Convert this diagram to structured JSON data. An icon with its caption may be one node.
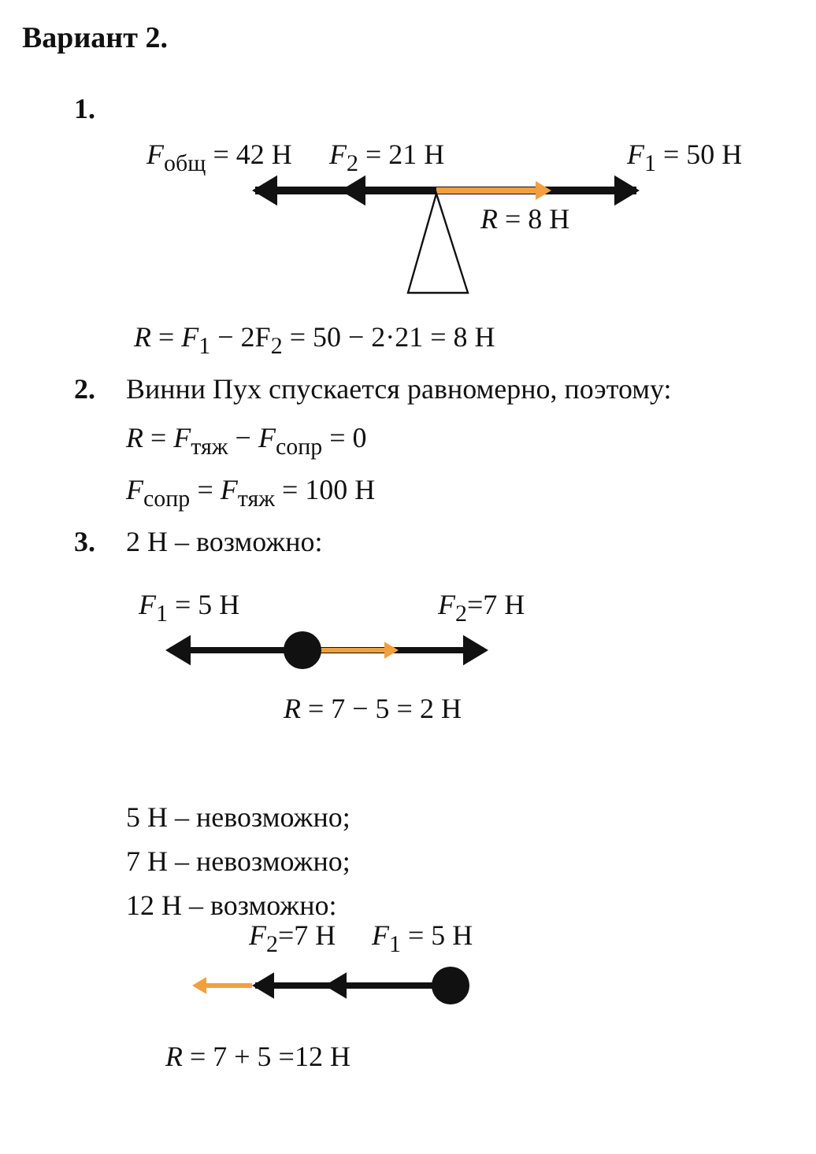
{
  "diagram": {
    "title": "Вариант 2.",
    "labels": [
      "1.",
      "*F*$_{общ}$ = 42 Н",
      "*F*$_{2}$ = 21 Н",
      "*F*$_{1}$ = 50 Н",
      "*R* = 8 Н",
      "*R* = *F*$_{1}$ − 2F$_{2}$ = 50 − 2·21 = 8 Н",
      "2.",
      "Винни Пух спускается равномерно, поэтому:",
      "*R* = *F*$_{тяж}$ − *F*$_{сопр}$ = 0",
      "*F*$_{сопр}$ = *F*$_{тяж}$ = 100 Н",
      "3.",
      "2 Н – возможно:",
      "*F*$_{1}$ = 5 Н",
      "*F*$_{2}$=7 Н",
      "*R* = 7 − 5 = 2 Н",
      "5 Н – невозможно;",
      "7 Н – невозможно;",
      "12 Н – возможно:",
      "*F*$_{2}$=7 Н",
      "*F*$_{1}$ = 5 Н",
      "*R* = 7 + 5 =12 Н"
    ]
  }
}
